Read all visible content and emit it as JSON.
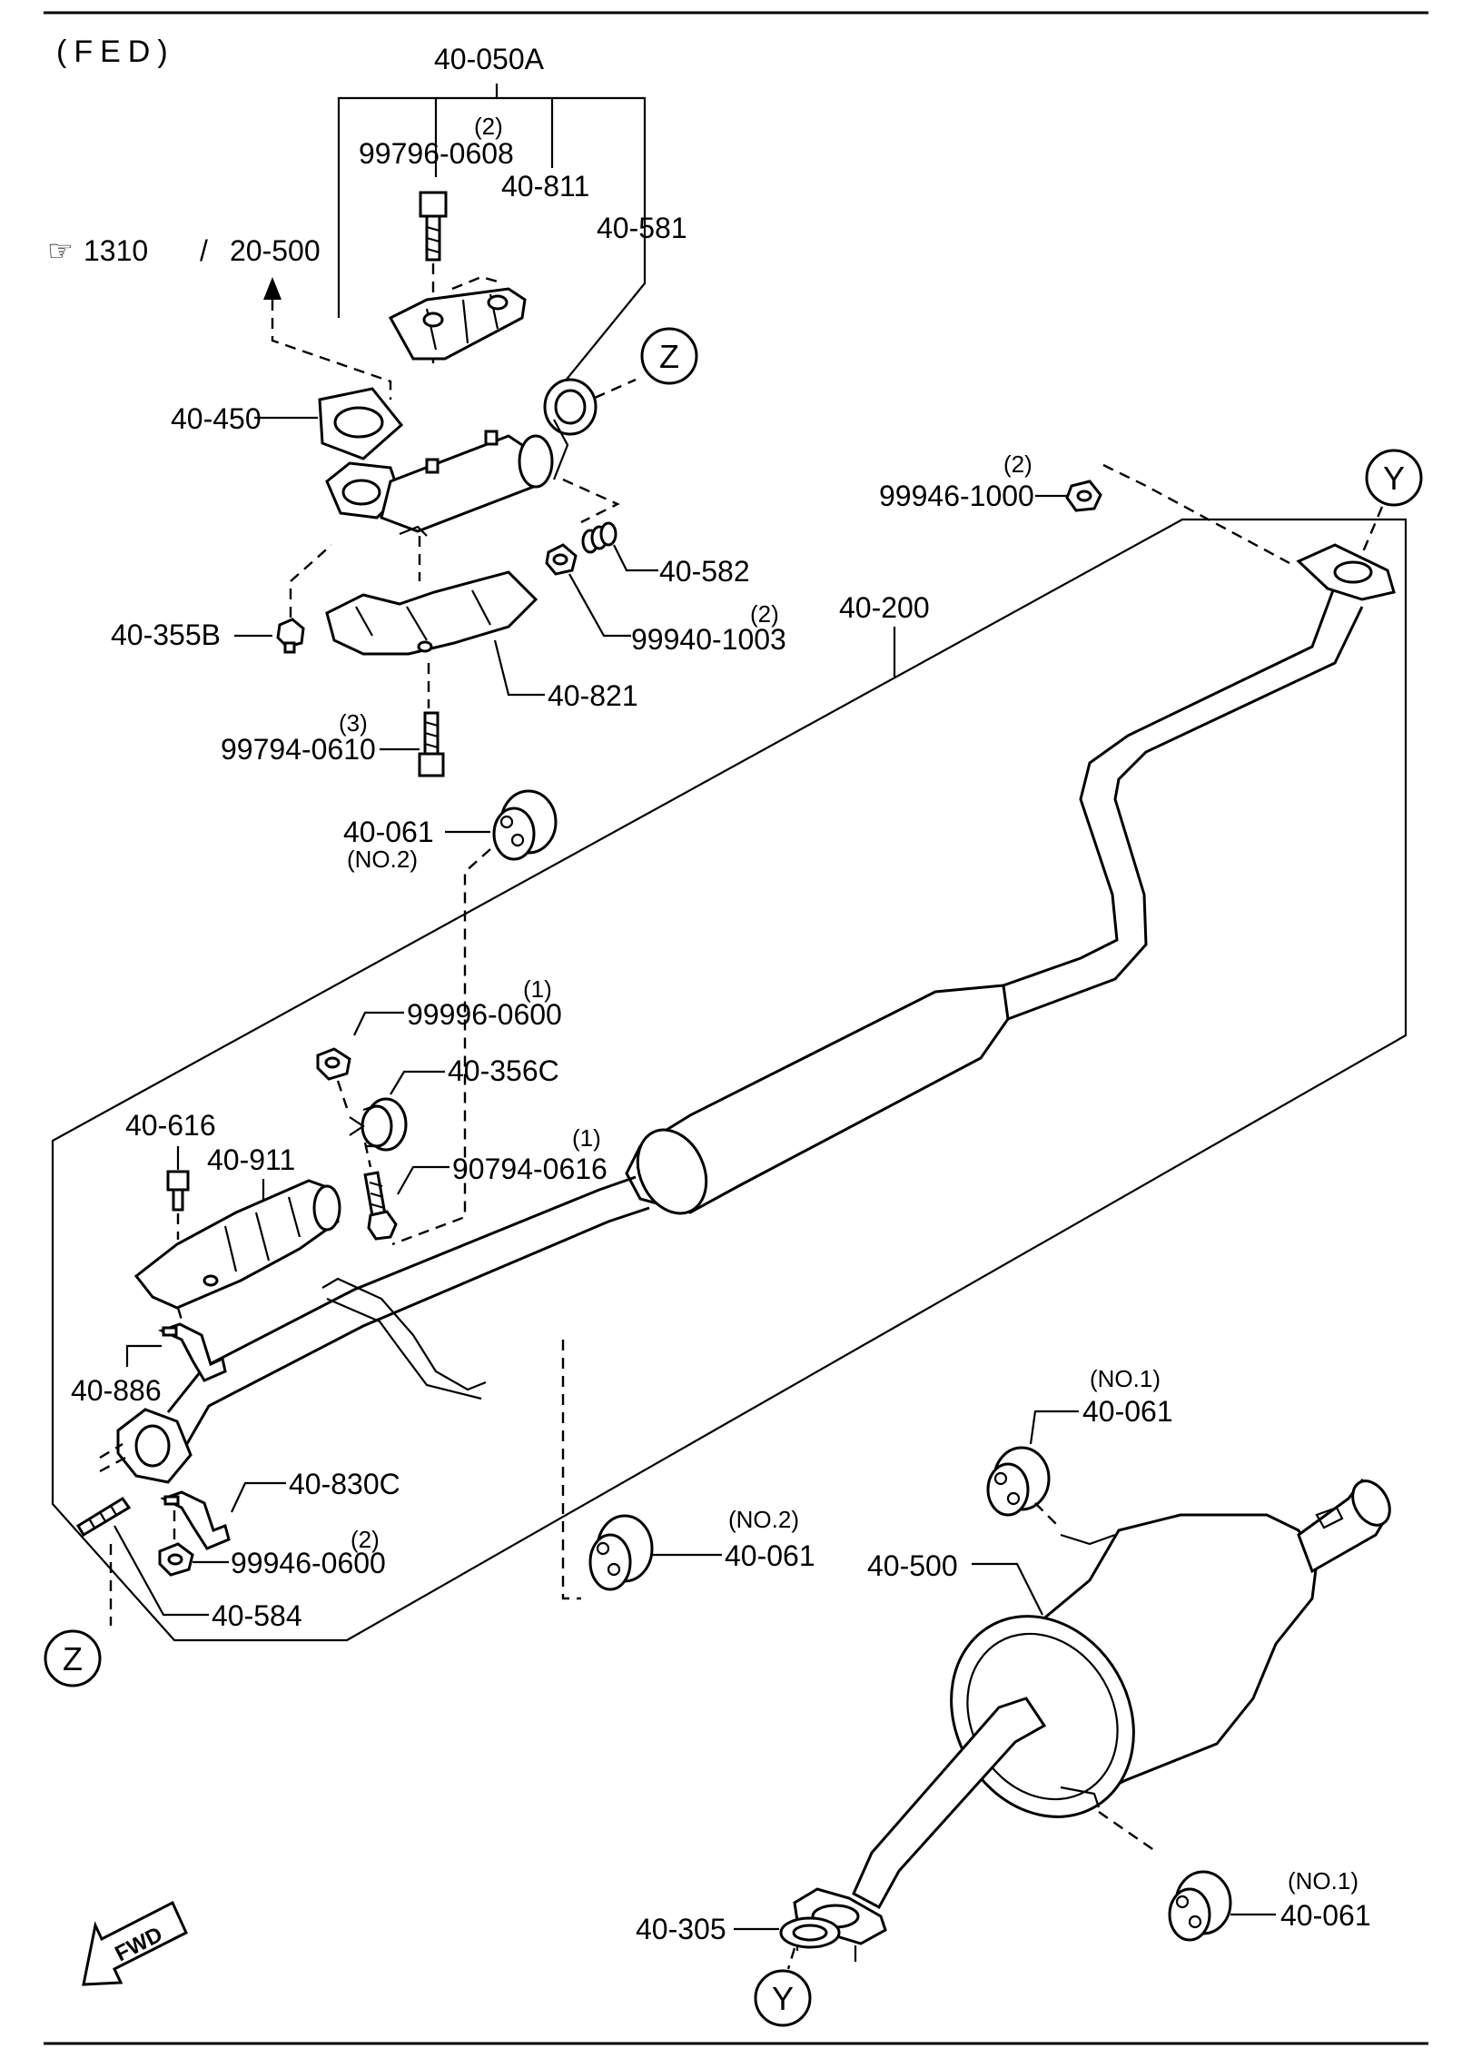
{
  "header": {
    "variant": "(FED)"
  },
  "refs": {
    "ref_section": "1310",
    "ref_fig": "20-500"
  },
  "callouts": {
    "z_top": "Z",
    "z_bottom": "Z",
    "y_top": "Y",
    "y_bottom": "Y"
  },
  "parts": {
    "p40_050A": "40-050A",
    "q2_a": "(2)",
    "p99796_0608": "99796-0608",
    "p40_811": "40-811",
    "p40_581": "40-581",
    "p40_450": "40-450",
    "q2_b": "(2)",
    "p99946_1000": "99946-1000",
    "p40_582": "40-582",
    "p40_200": "40-200",
    "q2_c": "(2)",
    "p99940_1003": "99940-1003",
    "p40_355B": "40-355B",
    "p40_821": "40-821",
    "q3": "(3)",
    "p99794_0610": "99794-0610",
    "p40_061_no2_top": "40-061",
    "no2_top": "(NO.2)",
    "q1_a": "(1)",
    "p99996_0600": "99996-0600",
    "p40_356C": "40-356C",
    "p40_616": "40-616",
    "p40_911": "40-911",
    "q1_b": "(1)",
    "p90794_0616": "90794-0616",
    "p40_886": "40-886",
    "no1_a": "(NO.1)",
    "p40_061_no1_a": "40-061",
    "p40_830C": "40-830C",
    "q2_d": "(2)",
    "p99946_0600": "99946-0600",
    "no2_mid": "(NO.2)",
    "p40_061_no2_mid": "40-061",
    "p40_500": "40-500",
    "p40_584": "40-584",
    "no1_b": "(NO.1)",
    "p40_061_no1_b": "40-061",
    "p40_305": "40-305"
  },
  "fwd_label": "FWD"
}
